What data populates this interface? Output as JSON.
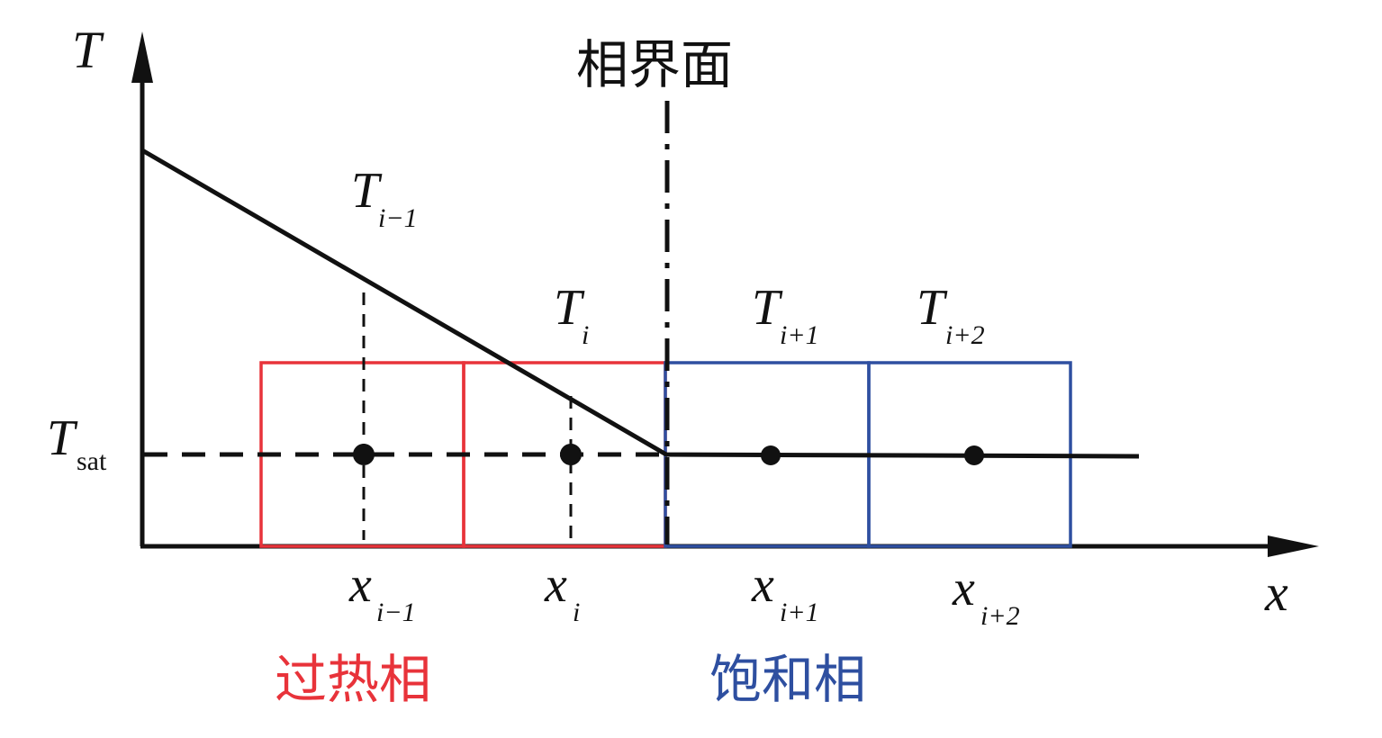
{
  "axes": {
    "y_label": "T",
    "x_label": "x",
    "t_sat": {
      "main": "T",
      "sub": "sat"
    }
  },
  "interface_label": "相界面",
  "temperature_labels": [
    {
      "main": "T",
      "sub": "i−1"
    },
    {
      "main": "T",
      "sub": "i"
    },
    {
      "main": "T",
      "sub": "i+1"
    },
    {
      "main": "T",
      "sub": "i+2"
    }
  ],
  "position_labels": [
    {
      "main": "x",
      "sub": "i−1"
    },
    {
      "main": "x",
      "sub": "i"
    },
    {
      "main": "x",
      "sub": "i+1"
    },
    {
      "main": "x",
      "sub": "i+2"
    }
  ],
  "phases": {
    "superheated": {
      "label": "过热相",
      "color": "#e8333a"
    },
    "saturated": {
      "label": "饱和相",
      "color": "#2e4fa0"
    }
  },
  "colors": {
    "line": "#111111"
  }
}
